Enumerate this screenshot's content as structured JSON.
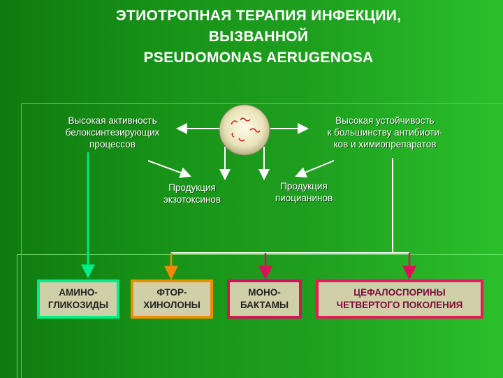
{
  "title": {
    "line1": "ЭТИОТРОПНАЯ ТЕРАПИЯ ИНФЕКЦИИ,",
    "line2": "ВЫЗВАННОЙ",
    "line3": "PSEUDOMONAS AERUGENOSA"
  },
  "nodes": {
    "left": "Высокая активность\nбелоксинтезирующих\nпроцессов",
    "right": "Высокая устойчивость\nк большинству антибиоти-\nков и химиопрепаратов",
    "exotoxins": "Продукция\nэкзотоксинов",
    "pyocyanins": "Продукция\nпиоцианинов"
  },
  "drugs": {
    "aminoglycosides": "АМИНО-\nГЛИКОЗИДЫ",
    "fluoroquinolones": "ФТОР-\nХИНОЛОНЫ",
    "monobactams": "МОНО-\nБАКТАМЫ",
    "cephalosporins": "ЦЕФАЛОСПОРИНЫ\nЧЕТВЕРТОГО ПОКОЛЕНИЯ"
  },
  "colors": {
    "aminoglycosides_border": "#00ee88",
    "fluoroquinolones_border": "#f08c00",
    "monobactams_border": "#d8125a",
    "cephalosporins_border": "#e8185a",
    "box_fill": "#d0d0a8"
  }
}
